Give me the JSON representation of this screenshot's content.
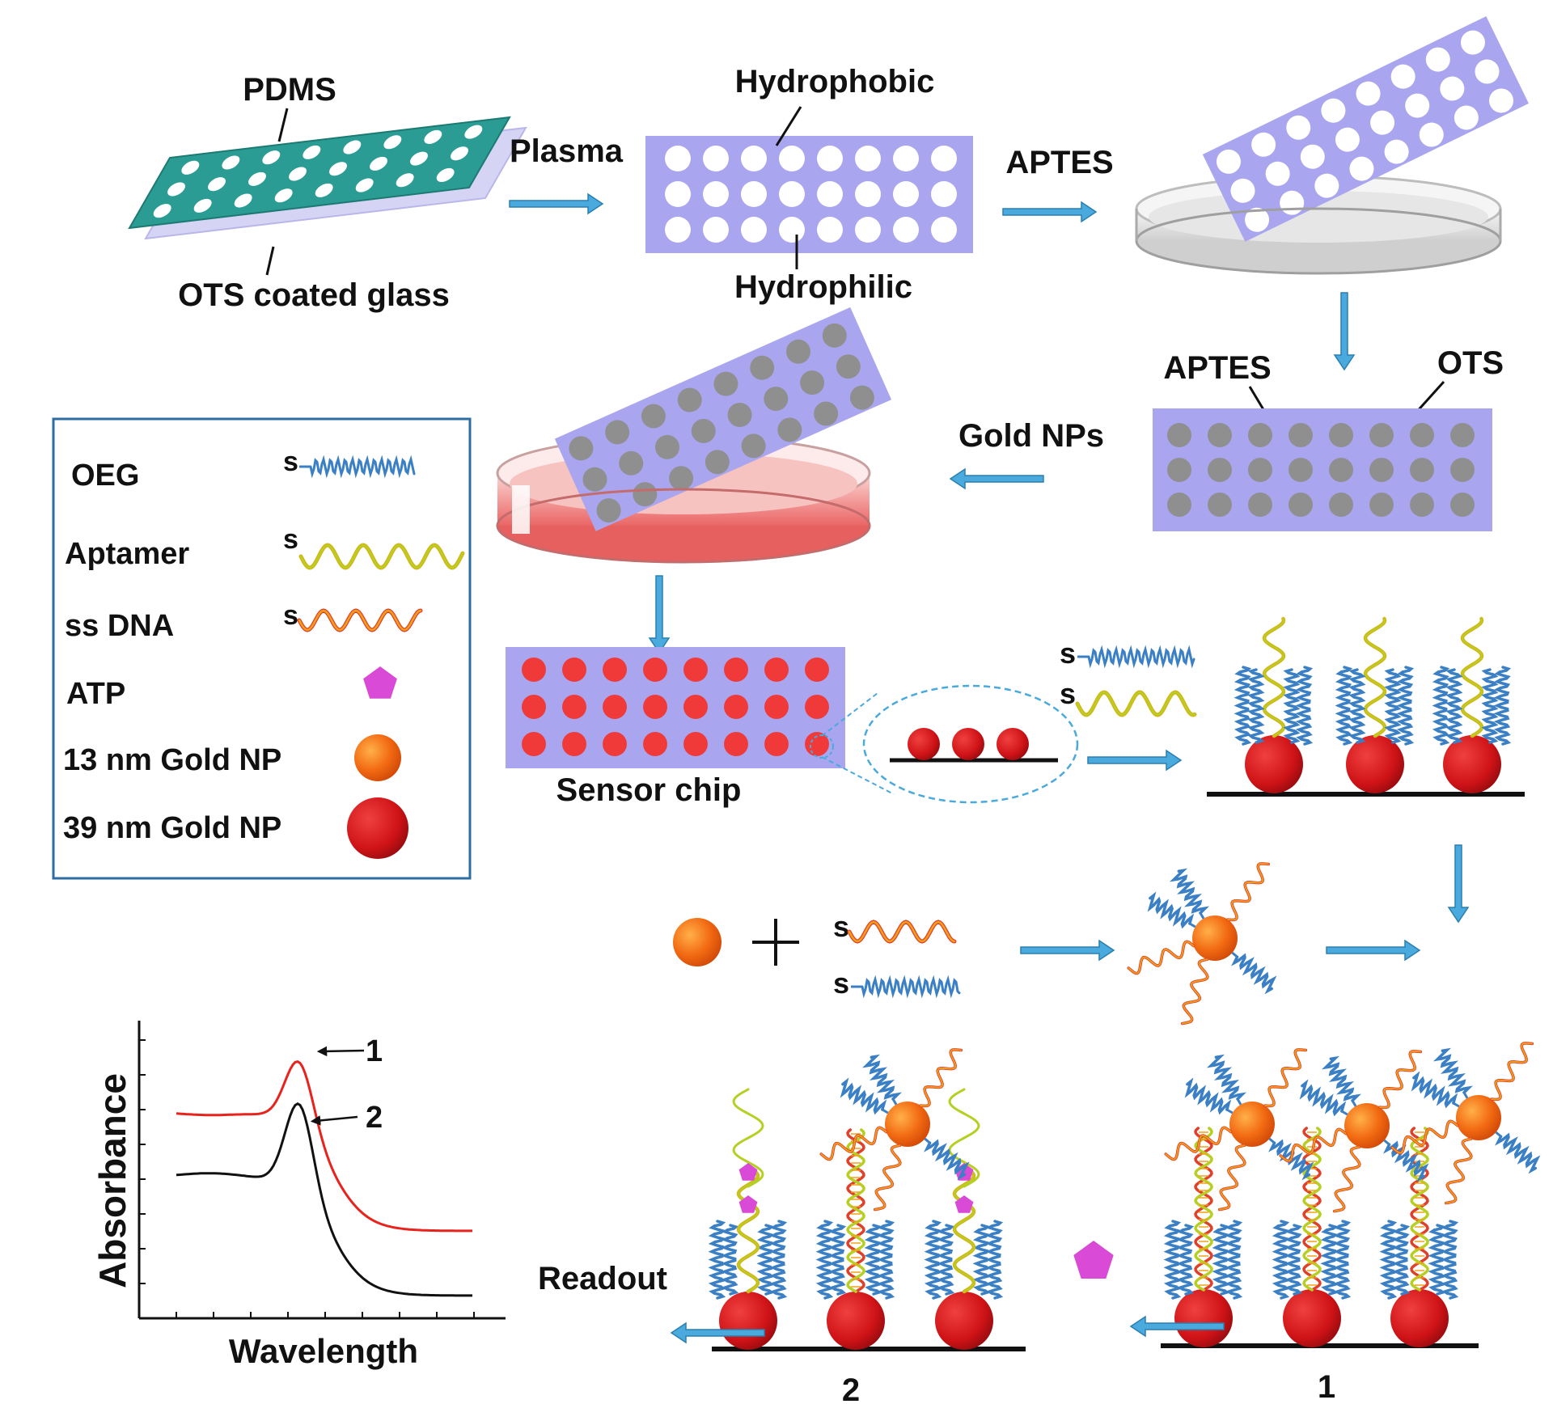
{
  "labels": {
    "pdms": "PDMS",
    "ots_glass": "OTS coated glass",
    "plasma": "Plasma",
    "hydrophobic": "Hydrophobic",
    "hydrophilic": "Hydrophilic",
    "aptes_step": "APTES",
    "aptes": "APTES",
    "ots": "OTS",
    "gold_nps": "Gold NPs",
    "sensor_chip": "Sensor chip",
    "readout": "Readout",
    "state_1": "1",
    "state_2": "2"
  },
  "legend": {
    "items": [
      {
        "label": "OEG",
        "symbol": "s-oeg"
      },
      {
        "label": "Aptamer",
        "symbol": "s-aptamer"
      },
      {
        "label": "ss DNA",
        "symbol": "s-ssdna"
      },
      {
        "label": "ATP",
        "symbol": "pentagon"
      },
      {
        "label": "13 nm Gold NP",
        "symbol": "orange-circle"
      },
      {
        "label": "39 nm Gold NP",
        "symbol": "red-circle"
      }
    ],
    "s": "s"
  },
  "colors": {
    "chip": "#a9a6ef",
    "pdms": "#2a9c93",
    "gold_small": "#f26a12",
    "gold_large": "#d31519",
    "oeg": "#3b7fc4",
    "aptamer": "#b7cf22",
    "ssdna": "#f0a01c",
    "atp": "#d94ad6",
    "arrow": "#4aa9dd",
    "legend_border": "#2e6da4",
    "spot_grey": "#8f8f8f",
    "spot_red": "#f03a3a"
  },
  "chart_data": {
    "type": "line",
    "xlabel": "Wavelength",
    "ylabel": "Absorbance",
    "series": [
      {
        "name": "1",
        "color": "#e8221c"
      },
      {
        "name": "2",
        "color": "#111111"
      }
    ]
  }
}
